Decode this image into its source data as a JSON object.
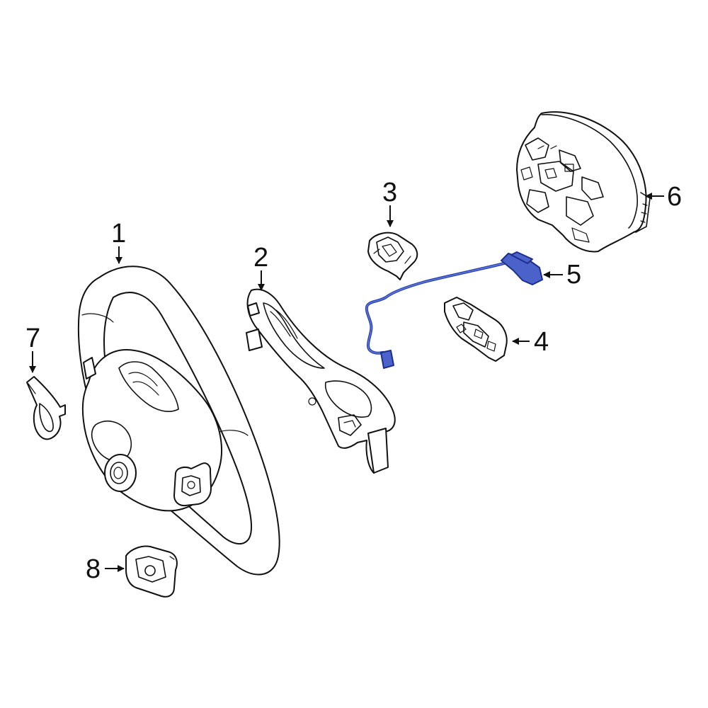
{
  "callouts": {
    "c1": "1",
    "c2": "2",
    "c3": "3",
    "c4": "4",
    "c5": "5",
    "c6": "6",
    "c7": "7",
    "c8": "8"
  },
  "colors": {
    "highlight": "#3f5bc4",
    "line": "#111111",
    "background": "#ffffff"
  }
}
